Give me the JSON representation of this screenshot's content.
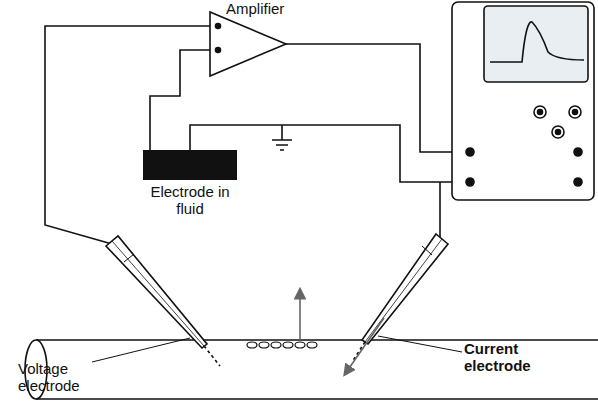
{
  "diagram": {
    "nodes": [
      {
        "text": [
          "Electrode in fluid"
        ]
      }
    ],
    "labels": [
      "Amplifier",
      "Voltage electrode",
      "Current electrode"
    ]
  }
}
